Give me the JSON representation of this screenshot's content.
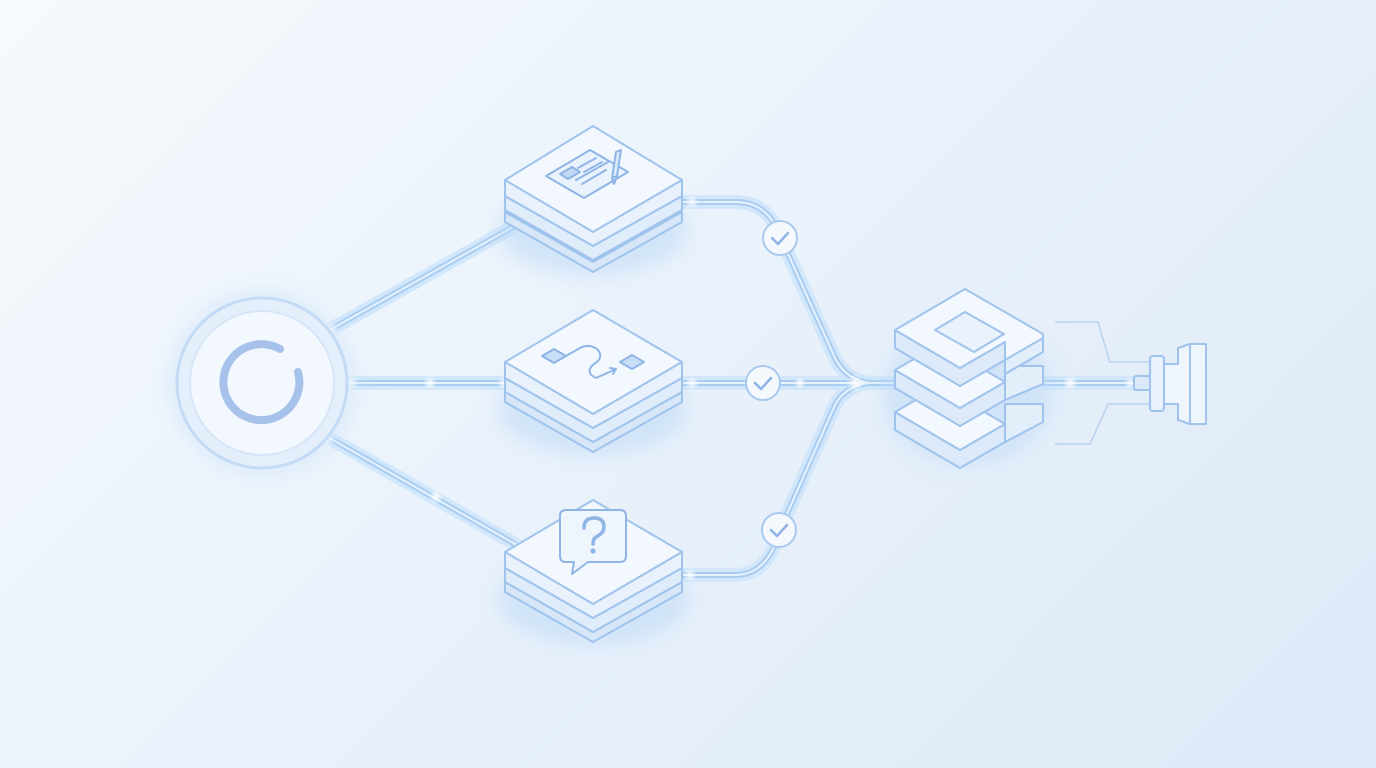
{
  "diagram": {
    "start_node": {
      "icon": "power-ring-icon"
    },
    "branches": [
      {
        "id": "document",
        "icon": "document-edit-icon",
        "status": "check-icon"
      },
      {
        "id": "flow",
        "icon": "flow-arrow-icon",
        "status": "check-icon"
      },
      {
        "id": "question",
        "icon": "question-bubble-icon",
        "status": "check-icon"
      }
    ],
    "merge_node": {
      "icon": "stacked-blocks-icon"
    },
    "output_node": {
      "icon": "pipe-connector-icon"
    },
    "colors": {
      "line": "#a9cdf2",
      "line_glow": "#cfe6fb",
      "stroke": "#8fb5e6",
      "tile_top": "#f3f8fe",
      "tile_side": "#d9e8f8",
      "ring": "#a7c2ea"
    }
  }
}
